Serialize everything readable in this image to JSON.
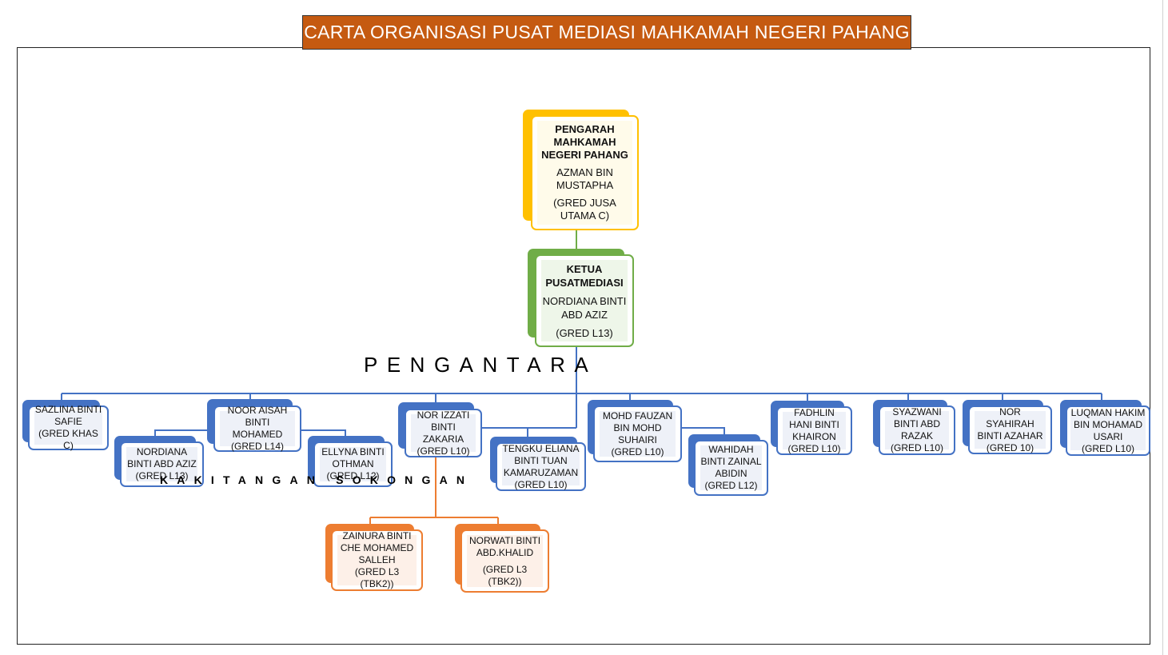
{
  "title": "CARTA ORGANISASI PUSAT MEDIASI MAHKAMAH NEGERI PAHANG",
  "colors": {
    "title_bg": "#c55a11",
    "director": "#ffc000",
    "head": "#70ad47",
    "mediator": "#4472c4",
    "support": "#ed7d31"
  },
  "director": {
    "role": "PENGARAH MAHKAMAH NEGERI PAHANG",
    "name": "AZMAN BIN MUSTAPHA",
    "grade": "(GRED JUSA UTAMA C)"
  },
  "head": {
    "role": "KETUA PUSATMEDIASI",
    "name": "NORDIANA BINTI ABD AZIZ",
    "grade": "(GRED L13)"
  },
  "mediators_label": "PENGANTARA",
  "support_label": "KAKITANGAN SOKONGAN",
  "mediators": {
    "sazlina": {
      "name": "SAZLINA BINTI SAFIE",
      "grade": "(GRED KHAS C)"
    },
    "noor_aisah": {
      "name": "NOOR AISAH BINTI MOHAMED",
      "grade": "(GRED L14)"
    },
    "nordiana": {
      "name": "NORDIANA BINTI ABD AZIZ",
      "grade": "(GRED L13)"
    },
    "ellyna": {
      "name": "ELLYNA BINTI OTHMAN",
      "grade": "(GRED L12)"
    },
    "nor_izzati": {
      "name": "NOR IZZATI BINTI ZAKARIA",
      "grade": "(GRED L10)"
    },
    "tengku_eliana": {
      "name": "TENGKU ELIANA BINTI TUAN KAMARUZAMAN",
      "grade": "(GRED L10)"
    },
    "mohd_fauzan": {
      "name": "MOHD FAUZAN BIN MOHD SUHAIRI",
      "grade": "(GRED L10)"
    },
    "wahidah": {
      "name": "WAHIDAH BINTI ZAINAL ABIDIN",
      "grade": "(GRED L12)"
    },
    "fadhlin": {
      "name": "FADHLIN HANI BINTI KHAIRON",
      "grade": "(GRED L10)"
    },
    "syazwani": {
      "name": "SYAZWANI BINTI ABD RAZAK",
      "grade": "(GRED L10)"
    },
    "nor_syahirah": {
      "name": "NOR SYAHIRAH BINTI AZAHAR",
      "grade": "(GRED 10)"
    },
    "luqman": {
      "name": "LUQMAN HAKIM BIN MOHAMAD USARI",
      "grade": "(GRED L10)"
    }
  },
  "support": {
    "zainura": {
      "name": "ZAINURA BINTI CHE MOHAMED SALLEH",
      "grade": "(GRED L3 (TBK2))"
    },
    "norwati": {
      "name": "NORWATI BINTI ABD.KHALID",
      "grade": "(GRED L3 (TBK2))"
    }
  }
}
